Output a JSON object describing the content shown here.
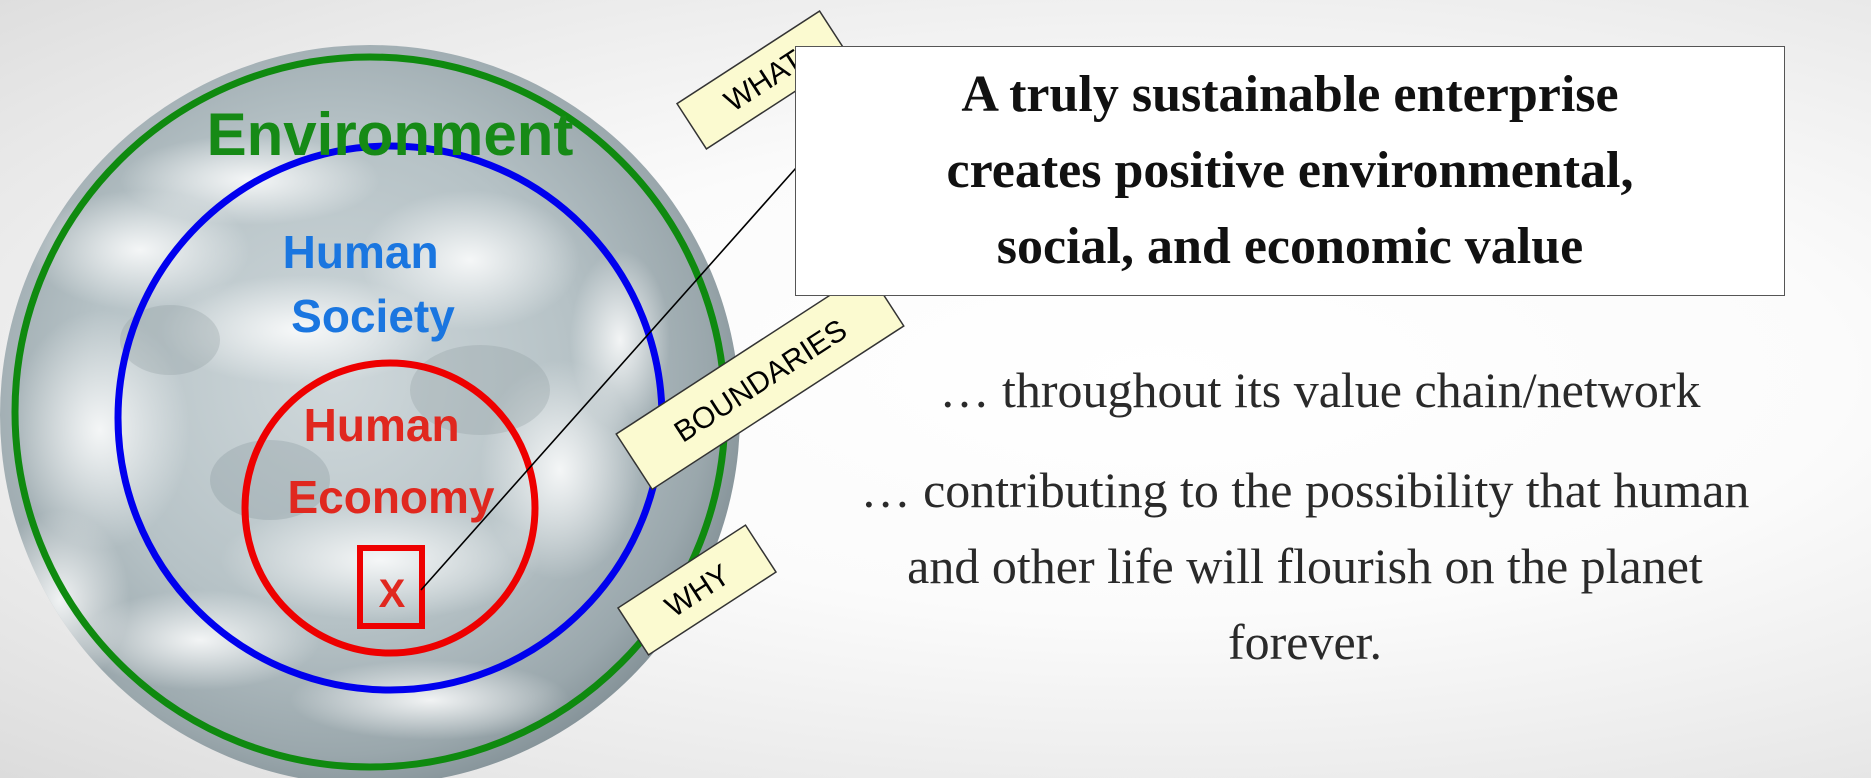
{
  "circles": {
    "environment": {
      "label": "Environment",
      "color": "#168a16"
    },
    "society": {
      "label_lines": [
        "Human",
        "Society"
      ],
      "color": "#1a76e0"
    },
    "economy": {
      "label_lines": [
        "Human",
        "Economy"
      ],
      "color": "#e0281f"
    },
    "enterprise": {
      "label": "X",
      "color": "#e0281f"
    }
  },
  "tags": {
    "what": "WHAT",
    "boundaries": "BOUNDARIES",
    "why": "WHY"
  },
  "definition": {
    "lines": [
      "A truly sustainable enterprise",
      "creates positive environmental,",
      "social, and economic value"
    ]
  },
  "boundaries_text": "… throughout its value chain/network",
  "why_text": {
    "lines": [
      "… contributing to the possibility that human",
      "and other life will flourish on the planet",
      "forever."
    ]
  },
  "colors": {
    "environment_ring": "#0f8a0f",
    "society_ring": "#0000ee",
    "economy_ring": "#ee0000",
    "tag_fill": "#fbfad0"
  }
}
